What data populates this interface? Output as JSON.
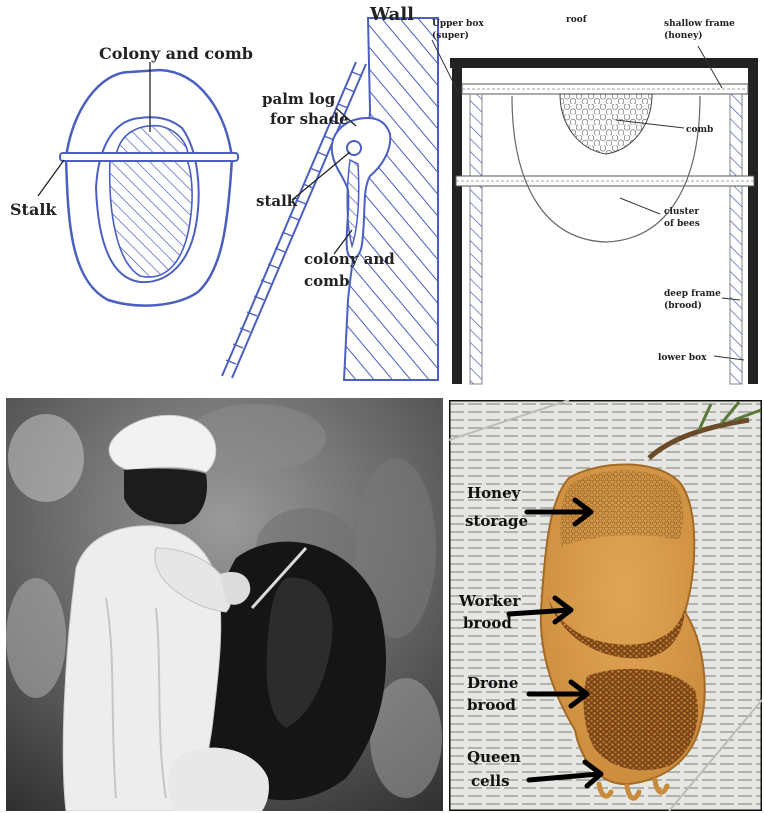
{
  "diagram_labels": {
    "colony_and_comb": "Colony and comb",
    "stalk_left": "Stalk",
    "wall": "Wall",
    "palm_log_line1": "palm log",
    "palm_log_line2": "for shade",
    "stalk_mid": "stalk",
    "colony_comb_line1": "colony and",
    "colony_comb_line2": "comb"
  },
  "hive_labels": {
    "upper_box_line1": "Upper box",
    "upper_box_line2": "(super)",
    "roof": "roof",
    "shallow_frame_line1": "shallow frame",
    "shallow_frame_line2": "(honey)",
    "comb": "comb",
    "cluster_line1": "cluster",
    "cluster_line2": "of bees",
    "deep_frame_line1": "deep frame",
    "deep_frame_line2": "(brood)",
    "lower_box": "lower box"
  },
  "comb_photo_labels": {
    "honey_line1": "Honey",
    "honey_line2": "storage",
    "worker_line1": "Worker",
    "worker_line2": "brood",
    "drone_line1": "Drone",
    "drone_line2": "brood",
    "queen_line1": "Queen",
    "queen_line2": "cells"
  },
  "colors": {
    "sketch_blue": "#4a5fc0",
    "comb_orange": "#c98a3a",
    "brood_brown": "#7a4418"
  }
}
